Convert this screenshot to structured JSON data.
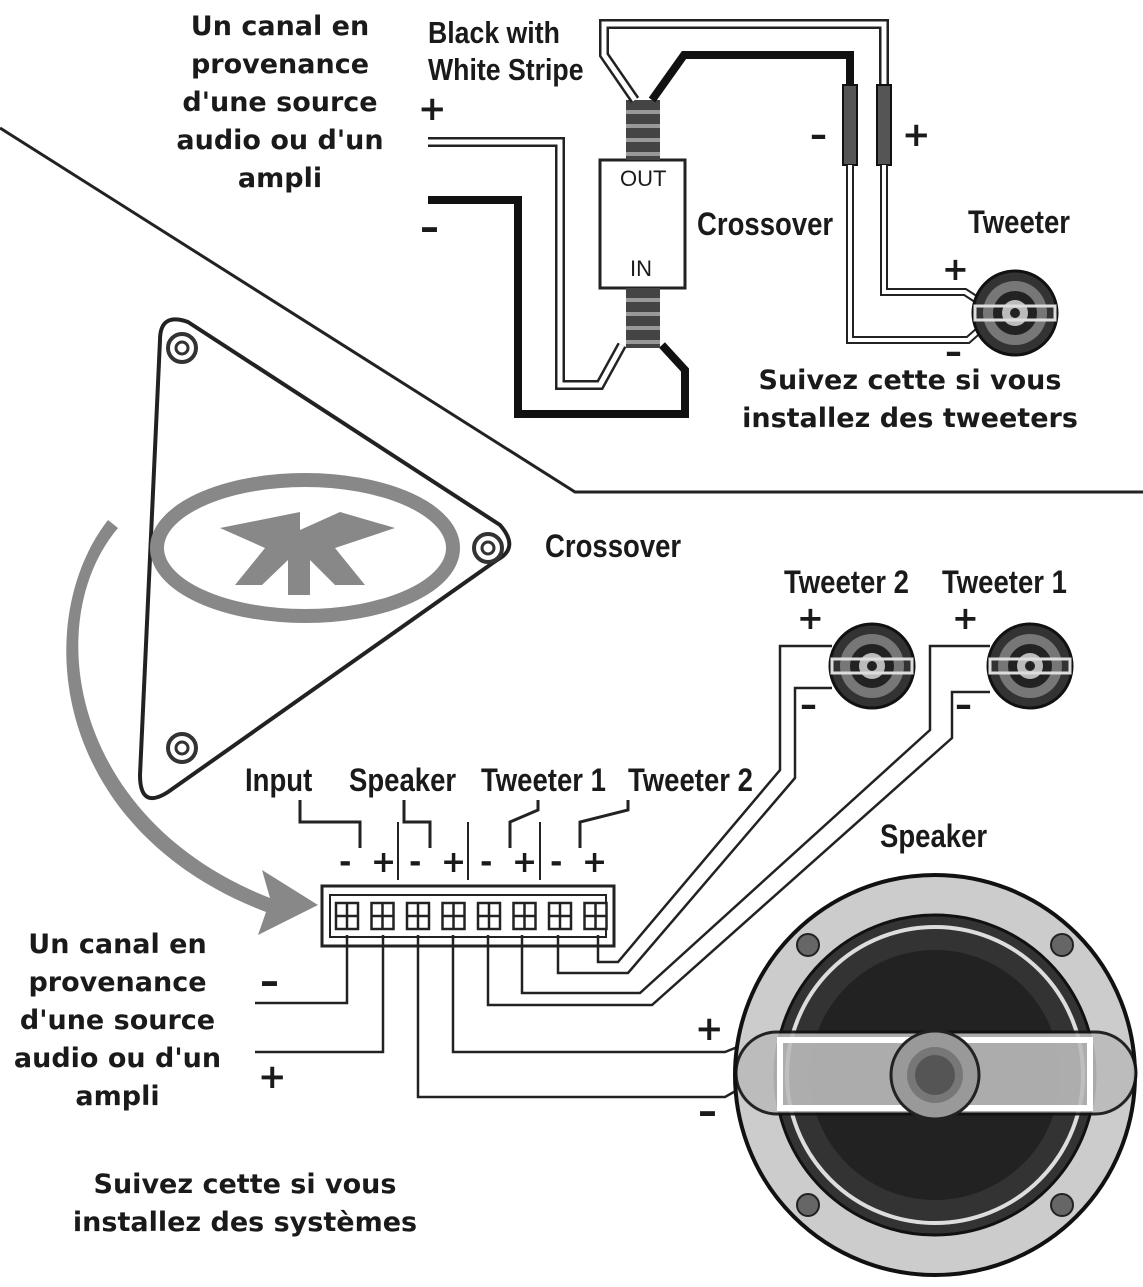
{
  "top_panel": {
    "source_caption": [
      "Un canal en",
      "provenance",
      "d'une source",
      "audio ou d'un",
      "ampli"
    ],
    "wire_label": [
      "Black with",
      "White Stripe"
    ],
    "crossover_label": "Crossover",
    "out_label": "OUT",
    "in_label": "IN",
    "tweeter_label": "Tweeter",
    "follow_caption": [
      "Suivez cette si vous",
      "installez des tweeters"
    ],
    "plus": "+",
    "minus": "–"
  },
  "bottom_panel": {
    "crossover_label": "Crossover",
    "tweeter2_label": "Tweeter 2",
    "tweeter1_label": "Tweeter 1",
    "terminal_groups": [
      "Input",
      "Speaker",
      "Tweeter 1",
      "Tweeter 2"
    ],
    "terminal_signs": [
      "-",
      "+",
      "-",
      "+",
      "-",
      "+",
      "-",
      "+"
    ],
    "speaker_label": "Speaker",
    "source_caption": [
      "Un canal en",
      "provenance",
      "d'une source",
      "audio ou d'un",
      "ampli"
    ],
    "follow_caption": [
      "Suivez cette si vous",
      "installez des systèmes"
    ],
    "plus": "+",
    "minus": "–"
  }
}
